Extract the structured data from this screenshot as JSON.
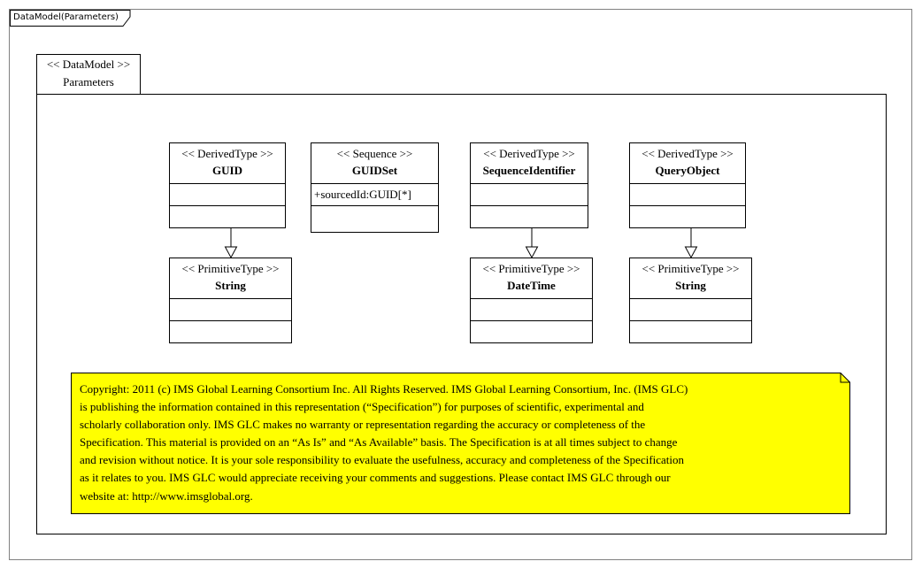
{
  "diagram": {
    "frame_label": "DataModel(Parameters)",
    "package": {
      "stereotype": "<< DataModel >>",
      "name": "Parameters"
    },
    "classes": [
      {
        "id": "guid",
        "stereotype": "<< DerivedType  >>",
        "name": "GUID",
        "attribute": ""
      },
      {
        "id": "guidset",
        "stereotype": "<< Sequence >>",
        "name": "GUIDSet",
        "attribute": "+sourcedId:GUID[*]"
      },
      {
        "id": "sequenceidentifier",
        "stereotype": "<< DerivedType  >>",
        "name": "SequenceIdentifier",
        "attribute": ""
      },
      {
        "id": "queryobject",
        "stereotype": "<< DerivedType  >>",
        "name": "QueryObject",
        "attribute": ""
      },
      {
        "id": "string1",
        "stereotype": "<< PrimitiveType   >>",
        "name": "String",
        "attribute": ""
      },
      {
        "id": "datetime",
        "stereotype": "<< PrimitiveType   >>",
        "name": "DateTime",
        "attribute": ""
      },
      {
        "id": "string2",
        "stereotype": "<< PrimitiveType   >>",
        "name": "String",
        "attribute": ""
      }
    ],
    "note": {
      "lines": [
        "Copyright: 2011 (c) IMS Global Learning Consortium Inc.  All Rights Reserved.  IMS Global Learning Consortium, Inc. (IMS GLC)",
        "is publishing the information contained in this representation (“Specification”) for purposes of scientific, experimental and",
        "scholarly collaboration only.  IMS GLC makes no warranty or representation regarding  the accuracy or completeness of the",
        "Specification.  This material is provided on an “As Is” and “As Available” basis.  The Specification is at all times subject to change",
        "and revision without notice.  It is your sole responsibility to evaluate the usefulness, accuracy and completeness of the Specification",
        "as it relates to you.  IMS GLC would appreciate receiving your comments and suggestions.  Please contact IMS GLC through our",
        "website at: http://www.imsglobal.org."
      ],
      "fill_color": "#ffff00"
    }
  }
}
